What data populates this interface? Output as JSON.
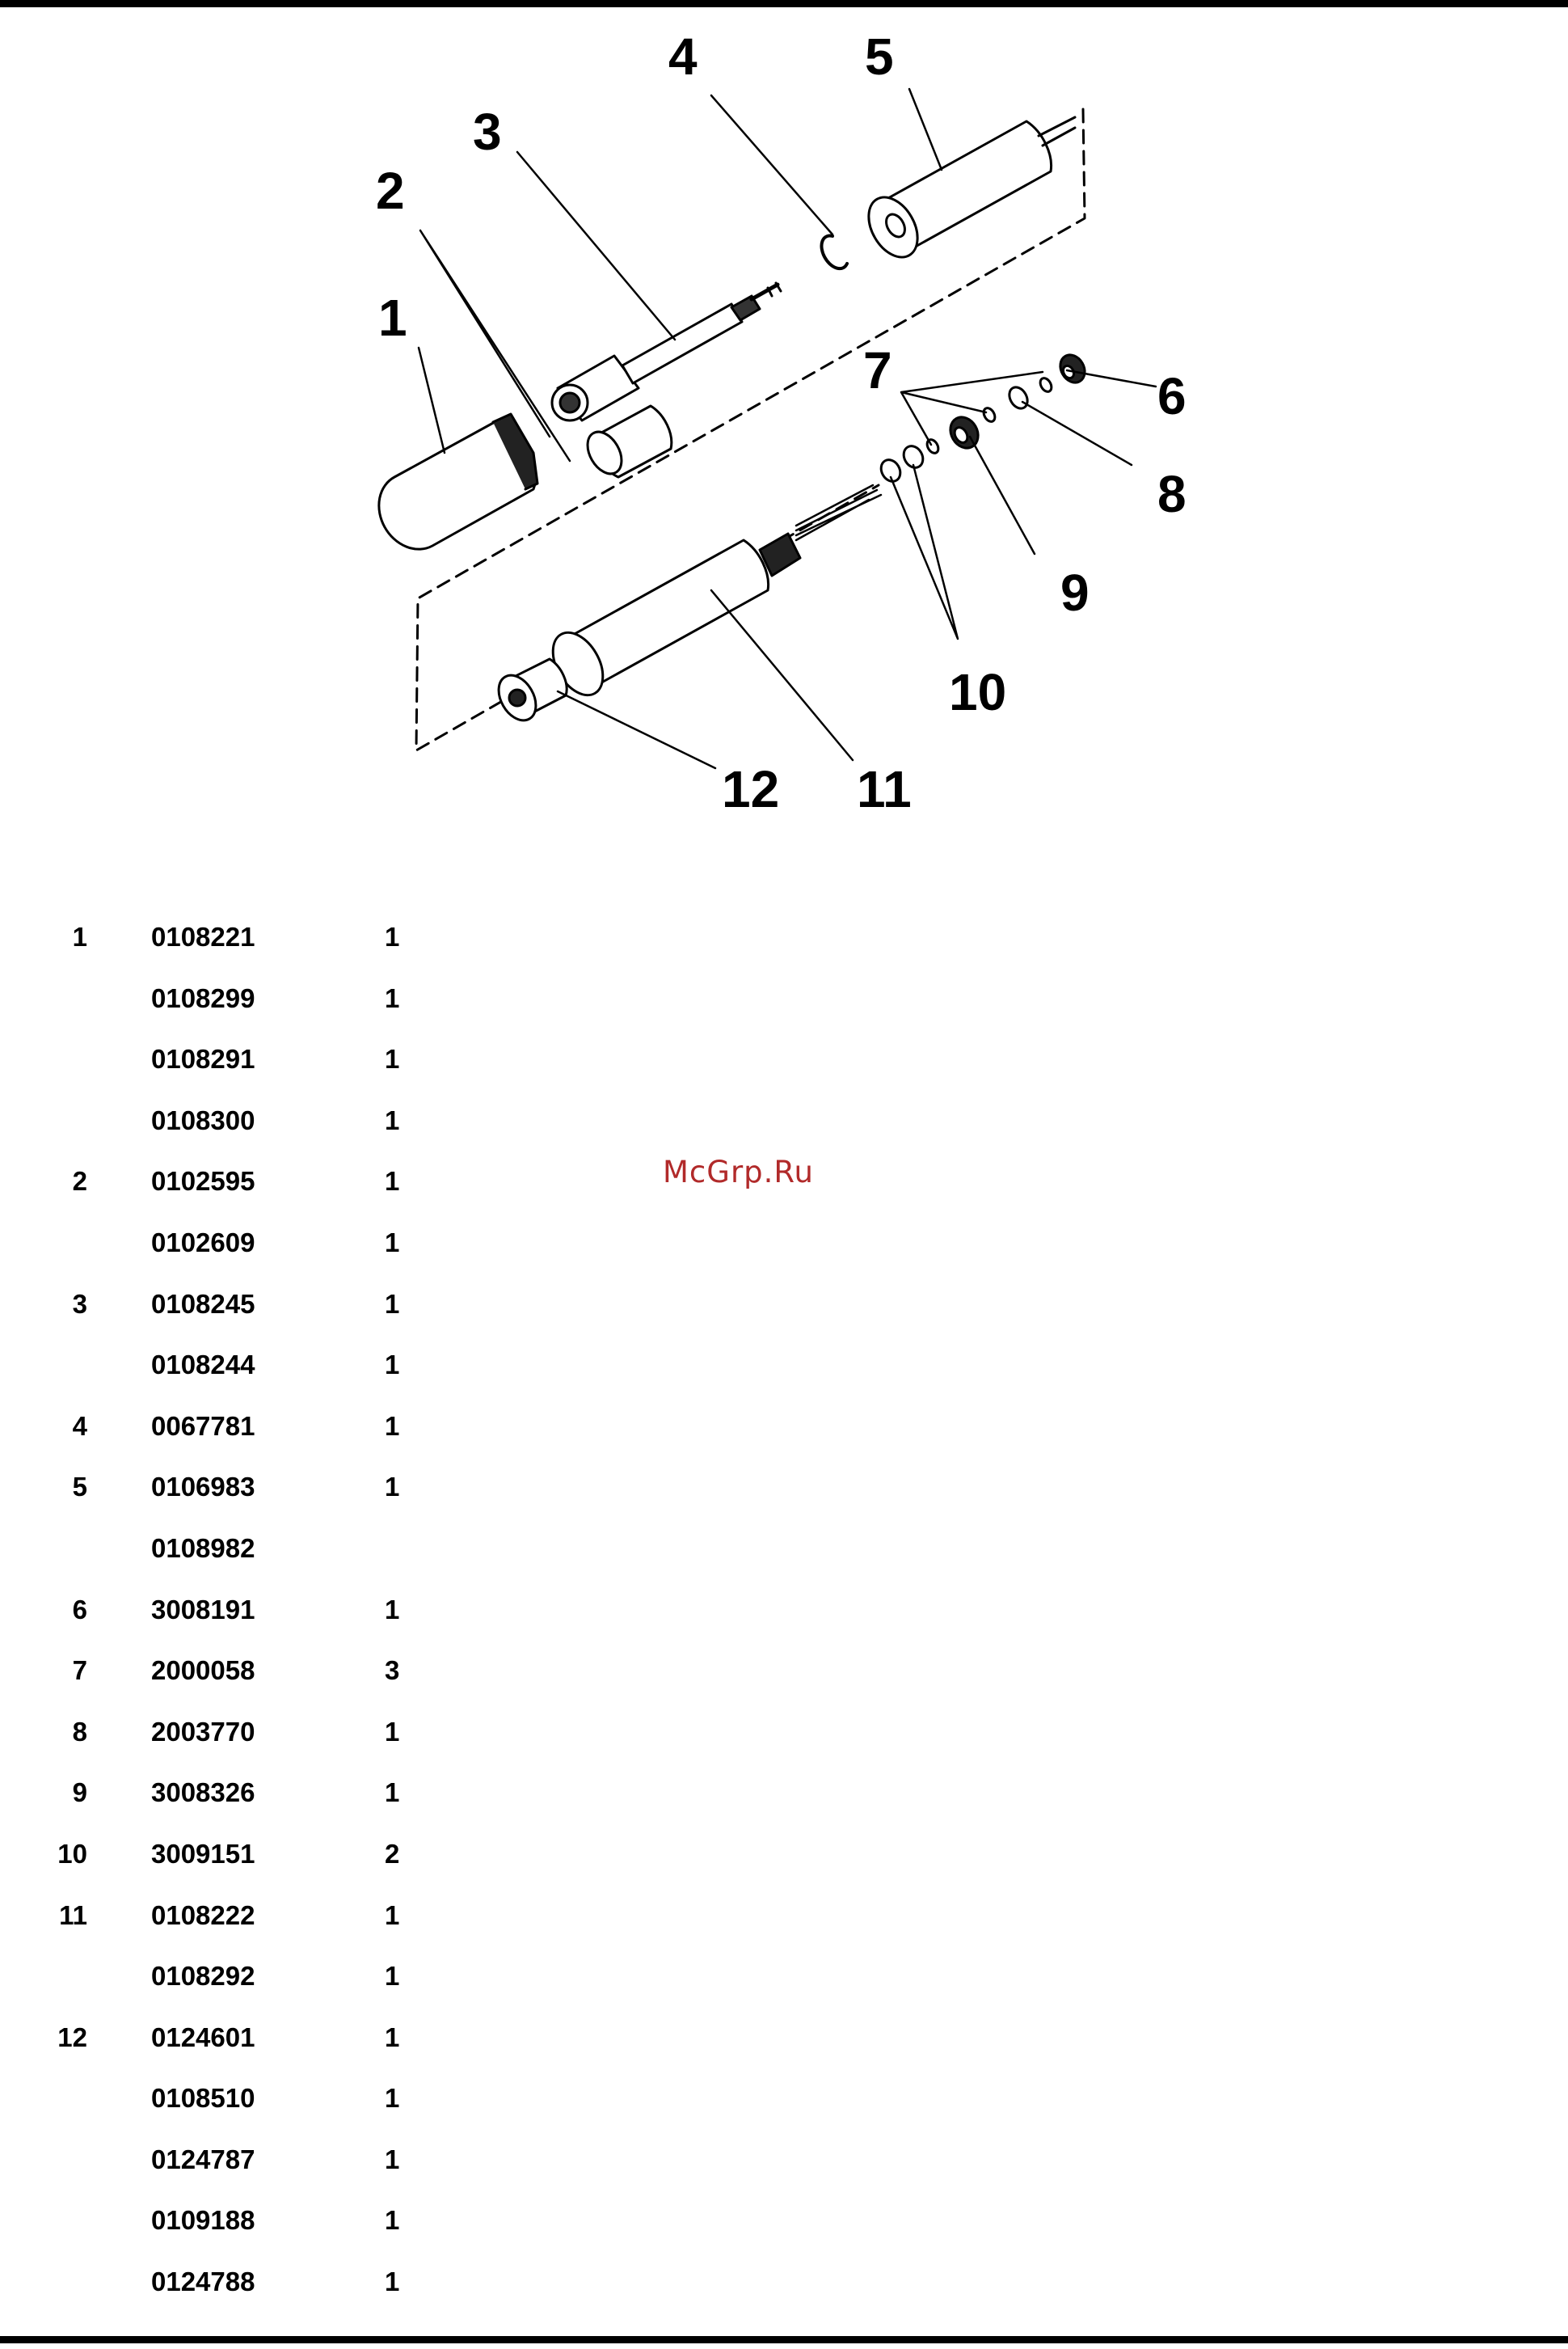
{
  "callouts": [
    "1",
    "2",
    "3",
    "4",
    "5",
    "6",
    "7",
    "8",
    "9",
    "10",
    "11",
    "12"
  ],
  "parts": [
    {
      "pos": "1",
      "number": "0108221",
      "qty": "1"
    },
    {
      "pos": "",
      "number": "0108299",
      "qty": "1"
    },
    {
      "pos": "",
      "number": "0108291",
      "qty": "1"
    },
    {
      "pos": "",
      "number": "0108300",
      "qty": "1"
    },
    {
      "pos": "2",
      "number": "0102595",
      "qty": "1"
    },
    {
      "pos": "",
      "number": "0102609",
      "qty": "1"
    },
    {
      "pos": "3",
      "number": "0108245",
      "qty": "1"
    },
    {
      "pos": "",
      "number": "0108244",
      "qty": "1"
    },
    {
      "pos": "4",
      "number": "0067781",
      "qty": "1"
    },
    {
      "pos": "5",
      "number": "0106983",
      "qty": "1"
    },
    {
      "pos": "",
      "number": "0108982",
      "qty": ""
    },
    {
      "pos": "6",
      "number": "3008191",
      "qty": "1"
    },
    {
      "pos": "7",
      "number": "2000058",
      "qty": "3"
    },
    {
      "pos": "8",
      "number": "2003770",
      "qty": "1"
    },
    {
      "pos": "9",
      "number": "3008326",
      "qty": "1"
    },
    {
      "pos": "10",
      "number": "3009151",
      "qty": "2"
    },
    {
      "pos": "11",
      "number": "0108222",
      "qty": "1"
    },
    {
      "pos": "",
      "number": "0108292",
      "qty": "1"
    },
    {
      "pos": "12",
      "number": "0124601",
      "qty": "1"
    },
    {
      "pos": "",
      "number": "0108510",
      "qty": "1"
    },
    {
      "pos": "",
      "number": "0124787",
      "qty": "1"
    },
    {
      "pos": "",
      "number": "0109188",
      "qty": "1"
    },
    {
      "pos": "",
      "number": "0124788",
      "qty": "1"
    }
  ],
  "watermark": "McGrp.Ru"
}
